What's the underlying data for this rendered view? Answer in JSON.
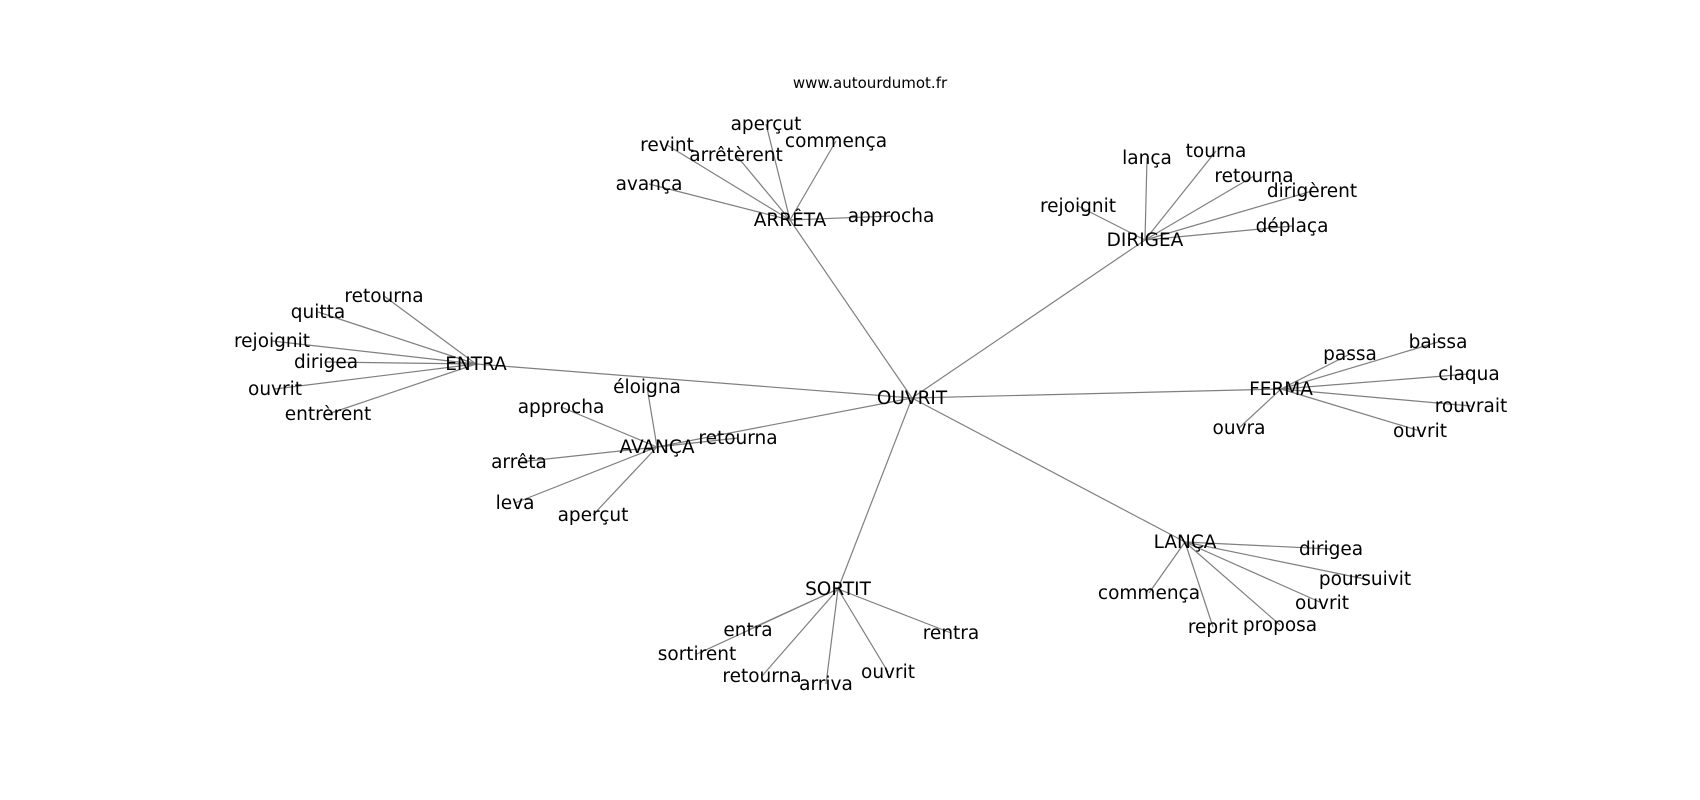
{
  "watermark": "www.autourdumot.fr",
  "graph": {
    "center": "OUVRIT",
    "hubs": [
      {
        "label": "ARRÊTA",
        "neighbors": [
          "aperçut",
          "revint",
          "arrêtèrent",
          "commença",
          "avança",
          "approcha"
        ]
      },
      {
        "label": "DIRIGEA",
        "neighbors": [
          "lança",
          "tourna",
          "retourna",
          "dirigèrent",
          "rejoignit",
          "déplaça"
        ]
      },
      {
        "label": "ENTRA",
        "neighbors": [
          "retourna",
          "quitta",
          "rejoignit",
          "dirigea",
          "ouvrit",
          "entrèrent"
        ]
      },
      {
        "label": "AVANÇA",
        "neighbors": [
          "éloigna",
          "approcha",
          "retourna",
          "arrêta",
          "leva",
          "aperçut"
        ]
      },
      {
        "label": "FERMA",
        "neighbors": [
          "passa",
          "baissa",
          "claqua",
          "rouvrait",
          "ouvrit",
          "ouvra"
        ]
      },
      {
        "label": "LANÇA",
        "neighbors": [
          "dirigea",
          "poursuivit",
          "commença",
          "ouvrit",
          "reprit",
          "proposa"
        ]
      },
      {
        "label": "SORTIT",
        "neighbors": [
          "entra",
          "rentra",
          "sortirent",
          "retourna",
          "arriva",
          "ouvrit"
        ]
      }
    ]
  }
}
